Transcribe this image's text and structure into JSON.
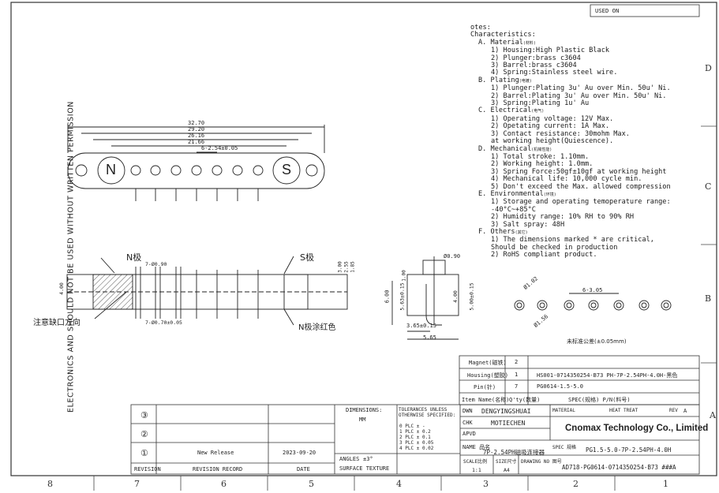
{
  "sheet": {
    "side_text": "ELECTRONICS AND SHOULD NOT BE USED WITHOUT WRITTEN PERMISSION",
    "used_on": "USED ON"
  },
  "zones": {
    "top": [
      "8",
      "7",
      "6",
      "5",
      "4",
      "3",
      "2",
      "1"
    ],
    "right": [
      "D",
      "C",
      "B",
      "A"
    ]
  },
  "notes": {
    "title": "otes:",
    "characteristics": "Characteristics:",
    "sections": [
      {
        "label": "A.  Material",
        "mark": "(材料)",
        "items": [
          "1) Housing:High Plastic Black",
          "2) Plunger:brass c3604",
          "3) Barrel:brass c3604",
          "4) Spring:Stainless steel wire."
        ]
      },
      {
        "label": "B.  Plating",
        "mark": "(电镀)",
        "items": [
          "1) Plunger:Plating 3u' Au over Min. 50u' Ni.",
          "2) Barrel:Plating 3u' Au over Min. 50u' Ni.",
          "3) Spring:Plating  1u' Au"
        ]
      },
      {
        "label": "C.  Electrical",
        "mark": "(电气)",
        "items": [
          "1) Operating voltage: 12V Max.",
          "2) Opetating current: 1A Max.",
          "3) Contact resistance: 30mohm Max.",
          "   at working height(Quiescence)."
        ]
      },
      {
        "label": "D.  Mechanical",
        "mark": "(机械性能)",
        "items": [
          "1) Total stroke: 1.10mm.",
          "2) Working height: 1.0mm.",
          "3) Spring Force:50gf±10gf at working height",
          "4) Mechanical life: 10,000 cycle min.",
          "5) Don't exceed the Max. allowed compression"
        ]
      },
      {
        "label": "E.  Environmental",
        "mark": "(环境)",
        "items": [
          "1) Storage and operating temoperature range:",
          "   -40°C~+85°C",
          "2) Humidity range: 10% RH to 90% RH",
          "3) Salt spray: 48H"
        ]
      },
      {
        "label": "F.  Others",
        "mark": "(其它)",
        "items": [
          "1) The dimensions marked  * are critical,",
          "   Should be checked in production",
          "2) RoHS compliant product."
        ]
      }
    ]
  },
  "drawing": {
    "top_view": {
      "dims": [
        "32.70",
        "29.20",
        "26.16",
        "21.66",
        "6-2.54±0.05"
      ],
      "pole_n": "N",
      "pole_s": "S"
    },
    "front_view": {
      "n_label": "N极",
      "s_label": "S极",
      "notch_label": "注意缺口方向",
      "n_red_label": "N极涂红色",
      "dims": [
        "7-Ø0.90",
        "7-Ø0.70±0.05",
        "4.00",
        "3.00",
        "2.55",
        "1.85"
      ]
    },
    "side_view": {
      "dims": [
        "Ø0.90",
        "1.00",
        "6.00",
        "5.63±0.15",
        "4.00",
        "5.00±0.15",
        "3.65±0.15",
        "5.65"
      ]
    },
    "pcb_view": {
      "dims": [
        "Ø1.02",
        "6-3.05",
        "Ø1.56"
      ],
      "tolerance_note": "未标准公差(±0.05mm)"
    }
  },
  "bom": {
    "rows": [
      {
        "name": "Magnet(磁铁)",
        "qty": "2",
        "desc": ""
      },
      {
        "name": "Housing(塑胶)",
        "qty": "1",
        "desc": "HS001-0714350254-B73 PH-7P-2.54PH-4.0H-黑色"
      },
      {
        "name": "Pin(针)",
        "qty": "7",
        "desc": "PG0614-1.5-5.0"
      }
    ],
    "header": {
      "name": "Item Name(名称)",
      "qty": "Q'ty(数量)",
      "spec": "SPEC(规格) P/N(料号)"
    }
  },
  "title_block": {
    "dimensions": "DIMENSIONS:",
    "mm": "MM",
    "tolerances": "TOLERANCES UNLESS OTHERWISE SPECIFIED:",
    "tol_rows": [
      [
        "0 PLC",
        "±",
        "-"
      ],
      [
        "1 PLC",
        "±",
        "0.2"
      ],
      [
        "2 PLC",
        "±",
        "0.1"
      ],
      [
        "3 PLC",
        "±",
        "0.05"
      ],
      [
        "4 PLC",
        "±",
        "0.02"
      ]
    ],
    "angles": "ANGLES",
    "angle_value": "±3°",
    "surface": "SURFACE TEXTURE",
    "dwn_label": "DWN",
    "dwn_value": "DENGYINGSHUAI",
    "chk_label": "CHK",
    "chk_value": "MOTIECHEN",
    "apvd_label": "APVD",
    "name_label": "NAME 品名",
    "name_value": "7P-2.54PH磁吸连接器",
    "material": "MATERIAL",
    "heat_treat": "HEAT TREAT",
    "rev": "REV",
    "rev_value": "A",
    "company": "Cnomax Technology Co., Limited",
    "spec_label": "SPEC 规格",
    "spec_value": "PG1.5-5.0-7P-2.54PH-4.0H",
    "scale_label": "SCALE比例",
    "scale_value": "1:1",
    "size_label": "SIZE尺寸",
    "size_value": "A4",
    "drawing_no_label": "DRAWING NO 图号",
    "drawing_no_value": "AD718-PG0614-0714350254-B73 ###A",
    "revision_rows": [
      {
        "mark": "③",
        "desc": "",
        "date": ""
      },
      {
        "mark": "②",
        "desc": "",
        "date": ""
      },
      {
        "mark": "①",
        "desc": "New Release",
        "date": "2023-09-20"
      }
    ],
    "rev_headers": [
      "REVISION",
      "REVISION RECORD",
      "DATE"
    ]
  }
}
